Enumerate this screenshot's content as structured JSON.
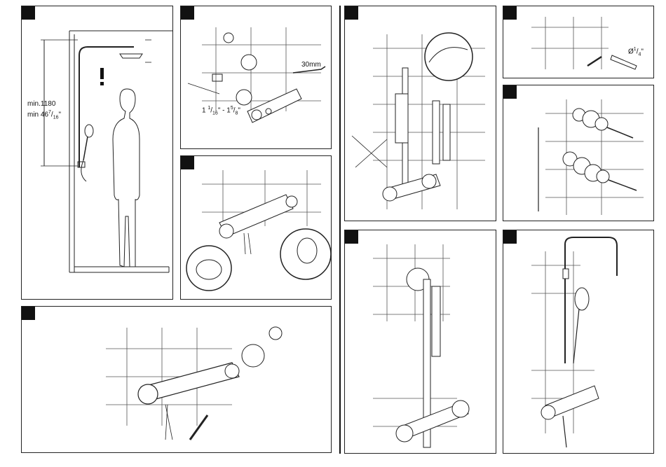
{
  "panels": {
    "p1": {
      "height_label": "min.1180",
      "height_inch_prefix": "min 46",
      "height_inch_num": "7",
      "height_inch_den": "16",
      "height_inch_unit": "\""
    },
    "p2": {
      "wrench_label": "30mm",
      "dist_a_whole": "1",
      "dist_a_num": "1",
      "dist_a_den": "16",
      "dist_sep": "\" - 1",
      "dist_b_num": "5",
      "dist_b_den": "8",
      "dist_unit": "\""
    },
    "p6": {
      "drill_prefix": "Ø",
      "drill_num": "1",
      "drill_den": "4",
      "drill_unit": "\""
    }
  },
  "colors": {
    "line": "#222222",
    "tile": "#444444",
    "step_marker": "#111111"
  }
}
